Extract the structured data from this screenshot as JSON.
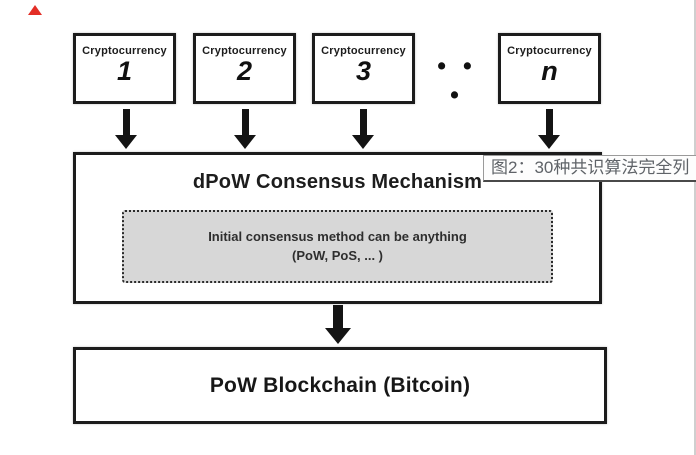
{
  "annotation": {
    "figure_caption": "图2：30种共识算法完全列",
    "caption_text_color": "#5f6368",
    "caption_border_color": "#9a9a9a",
    "marker_color": "#e2231a"
  },
  "diagram": {
    "source_boxes": [
      {
        "label": "Cryptocurrency",
        "index": "1"
      },
      {
        "label": "Cryptocurrency",
        "index": "2"
      },
      {
        "label": "Cryptocurrency",
        "index": "3"
      },
      {
        "label": "Cryptocurrency",
        "index": "n"
      }
    ],
    "ellipsis": "• • •",
    "consensus": {
      "title": "dPoW Consensus Mechanism",
      "note_line1": "Initial consensus method can be anything",
      "note_line2": "(PoW, PoS, ... )",
      "note_bg": "#d7d7d7"
    },
    "blockchain": {
      "label": "PoW Blockchain (Bitcoin)"
    },
    "line_color": "#141414",
    "box_border_color": "#1c1c1c",
    "background": "#ffffff"
  }
}
